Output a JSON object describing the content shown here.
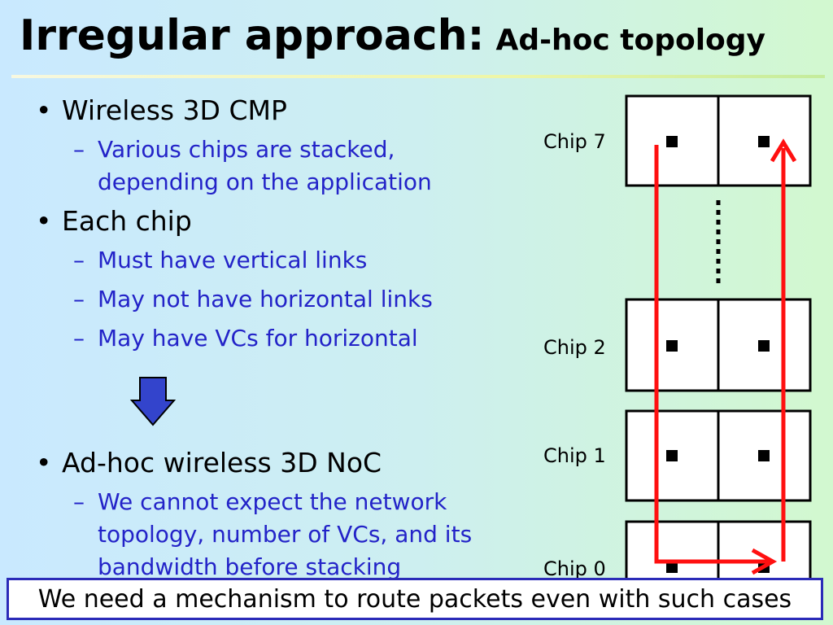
{
  "title": {
    "main": "Irregular approach:",
    "sub": "Ad-hoc topology"
  },
  "bullets": [
    {
      "text": "Wireless 3D CMP",
      "subs": [
        "Various chips are stacked, depending on the application"
      ]
    },
    {
      "text": "Each chip",
      "subs": [
        "Must have vertical links",
        "May not have horizontal links",
        "May have VCs for horizontal"
      ]
    },
    {
      "text": "Ad-hoc wireless 3D NoC",
      "subs": [
        "We cannot expect the network topology, number of VCs, and its bandwidth before stacking"
      ]
    }
  ],
  "diagram": {
    "chips": [
      "Chip 7",
      "Chip 2",
      "Chip 1",
      "Chip 0"
    ],
    "link_color": "#ff1010"
  },
  "bottom_note": "We need a mechanism to route packets even with such cases",
  "colors": {
    "sub_bullet": "#2323c8",
    "arrow_fill": "#3344cc",
    "box_border": "#2b2bb8"
  }
}
